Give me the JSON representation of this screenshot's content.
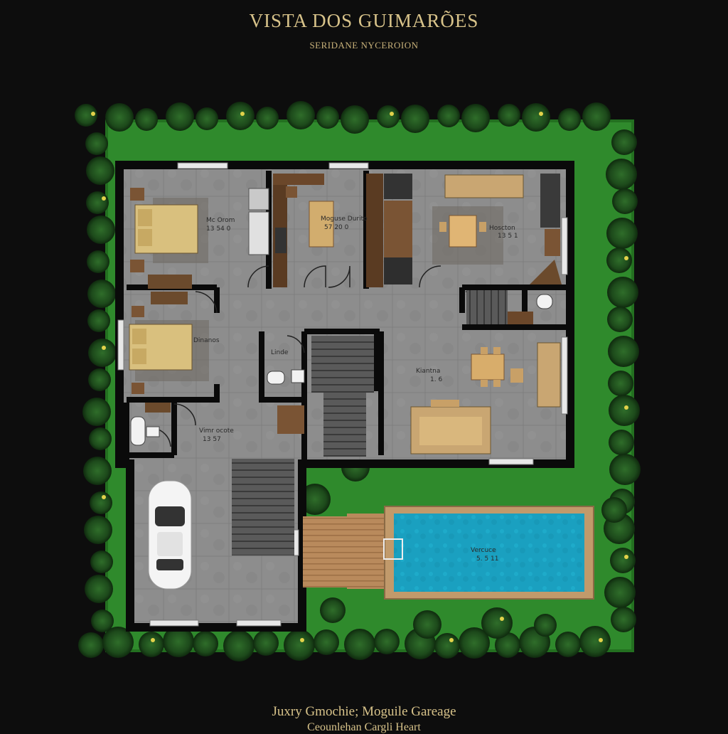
{
  "header": {
    "title": "VISTA DOS GUIMARÕES",
    "subtitle": "SERIDANE NYCEROION"
  },
  "rooms": {
    "master_bedroom": {
      "name": "Mc Orom",
      "dims": "13 54 0"
    },
    "kitchen": {
      "name": "Moguse Durito",
      "dims": "57 20 0"
    },
    "dining": {
      "name": "Hoscton",
      "dims": "13 5 1"
    },
    "bedroom2": {
      "name": "Dinanos",
      "dims": ""
    },
    "laundry": {
      "name": "Linde",
      "dims": ""
    },
    "living": {
      "name": "Kiantna",
      "dims": "1. 6"
    },
    "entry": {
      "name": "Vimr ocote",
      "dims": "13 57"
    },
    "pool": {
      "name": "Vercuce",
      "dims": "5. 5 11"
    }
  },
  "footer": {
    "line1": "Juxry Gmochie; Moguile Gareage",
    "line2": "Ceounlehan Cargli Heart"
  },
  "colors": {
    "background": "#0d0d0d",
    "lawn": "#2f8a2c",
    "floor": "#8c8c8c",
    "wall": "#0a0a0a",
    "pool": "#1aa3c2",
    "deck": "#b8875a",
    "title_gold": "#d8c38a"
  }
}
